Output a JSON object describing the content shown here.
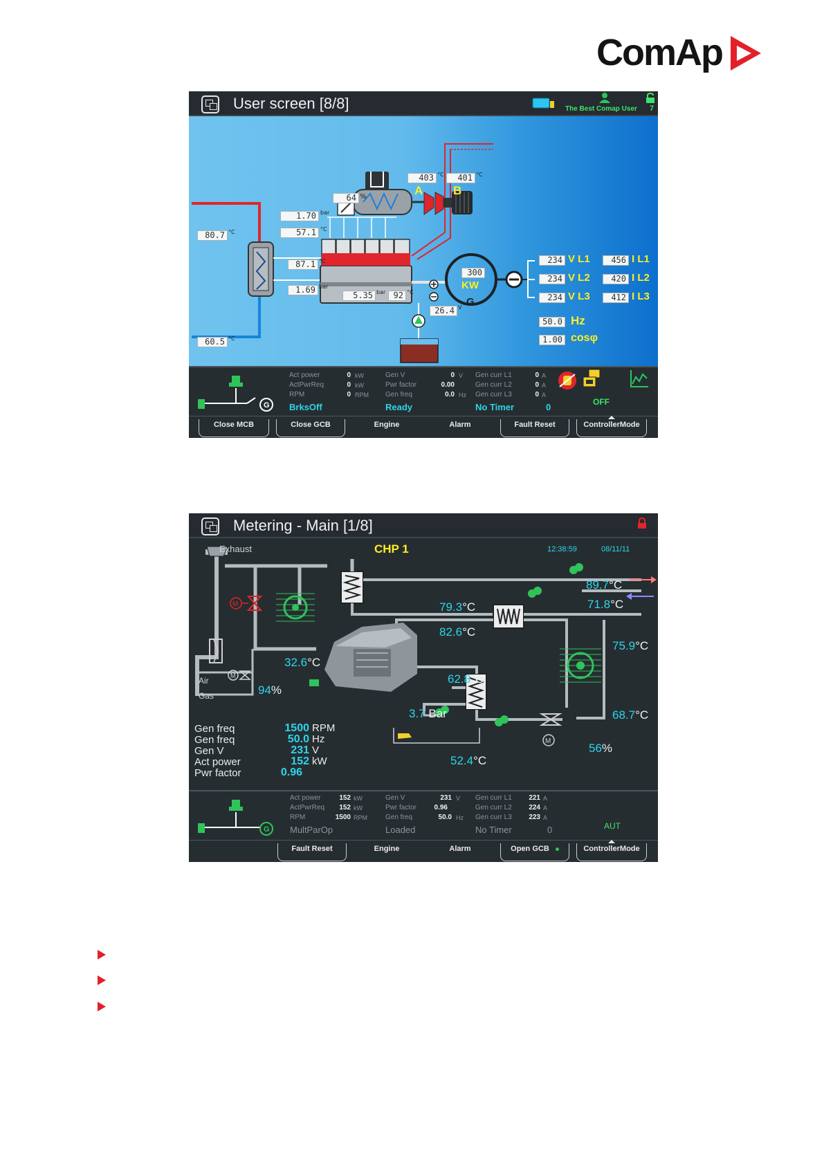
{
  "brand": {
    "name": "ComAp",
    "accent": "#e3202a"
  },
  "screen1": {
    "title": "User screen  [8/8]",
    "user": "The Best Comap User",
    "user_level": "7",
    "diagram": {
      "temp_a": "403",
      "temp_a_unit": "°C",
      "label_a": "A",
      "temp_b": "401",
      "temp_b_unit": "°C",
      "label_b": "B",
      "throttle": "64",
      "throttle_unit": "%",
      "oil_pressure": "1.70",
      "oil_pressure_unit": "bar",
      "oil_temp": "57.1",
      "oil_temp_unit": "°C",
      "hot_water": "80.7",
      "hot_water_unit": "°C",
      "cold_water": "60.5",
      "cold_water_unit": "°C",
      "coolant_temp": "87.1",
      "coolant_temp_unit": "°C",
      "coolant_pressure": "1.69",
      "coolant_pressure_unit": "bar",
      "crank_pressure": "5.35",
      "crank_pressure_unit": "bar",
      "crank_temp": "92",
      "crank_temp_unit": "°C",
      "battery": "26.4",
      "battery_unit": "V",
      "power": "300",
      "power_unit": "KW",
      "gen_label": "G",
      "v_l1": "234",
      "v_l2": "234",
      "v_l3": "234",
      "v_label_l1": "V L1",
      "v_label_l2": "V L2",
      "v_label_l3": "V L3",
      "i_l1": "456",
      "i_l2": "420",
      "i_l3": "412",
      "i_label_l1": "I L1",
      "i_label_l2": "I L2",
      "i_label_l3": "I L3",
      "freq": "50.0",
      "freq_unit": "Hz",
      "pf": "1.00",
      "pf_unit": "cosφ"
    },
    "status": {
      "labels": [
        "Act power",
        "ActPwrReq",
        "RPM"
      ],
      "values": [
        "0",
        "0",
        "0"
      ],
      "units": [
        "kW",
        "kW",
        "RPM"
      ],
      "labels2": [
        "Gen V",
        "Pwr factor",
        "Gen freq"
      ],
      "values2": [
        "0",
        "0.00",
        "0.0"
      ],
      "units2": [
        "V",
        "",
        "Hz"
      ],
      "labels3": [
        "Gen curr L1",
        "Gen curr L2",
        "Gen curr L3"
      ],
      "values3": [
        "0",
        "0",
        "0"
      ],
      "units3": [
        "A",
        "A",
        "A"
      ],
      "breaker_state": "BrksOff",
      "engine_state": "Ready",
      "timer": "No Timer",
      "timer_value": "0",
      "mode": "OFF"
    },
    "buttons": [
      "Close MCB",
      "Close GCB",
      "Engine",
      "Alarm",
      "Fault Reset",
      "ControllerMode"
    ]
  },
  "screen2": {
    "title": "Metering - Main [1/8]",
    "name": "CHP 1",
    "time": "12:38:59",
    "date": "08/11/11",
    "labels": {
      "exhaust": "Exhaust",
      "air": "Air",
      "gas": "Gas"
    },
    "temps": {
      "t_out": "89.7",
      "t_ret": "71.8",
      "t_hx_in": "79.3",
      "t_hx_out": "82.6",
      "t_cooler": "75.9",
      "t_cooler2": "68.7",
      "t_engine": "32.6",
      "t_ic": "62.8",
      "t_oil": "52.4",
      "unit": "°C"
    },
    "gas_valve": "94",
    "gas_valve_unit": "%",
    "mix_valve": "56",
    "mix_valve_unit": "%",
    "pressure": "3.7",
    "pressure_unit": "Bar",
    "metering": {
      "rows": [
        {
          "label": "Gen freq",
          "value": "1500",
          "unit": "RPM"
        },
        {
          "label": "Gen freq",
          "value": "50.0",
          "unit": "Hz"
        },
        {
          "label": "Gen V",
          "value": "231",
          "unit": "V"
        },
        {
          "label": "Act power",
          "value": "152",
          "unit": "kW"
        },
        {
          "label": "Pwr factor",
          "value": "0.96",
          "unit": ""
        }
      ]
    },
    "status": {
      "labels": [
        "Act power",
        "ActPwrReq",
        "RPM"
      ],
      "values": [
        "152",
        "152",
        "1500"
      ],
      "units": [
        "kW",
        "kW",
        "RPM"
      ],
      "labels2": [
        "Gen V",
        "Pwr factor",
        "Gen freq"
      ],
      "values2": [
        "231",
        "0.96",
        "50.0"
      ],
      "units2": [
        "V",
        "",
        "Hz"
      ],
      "labels3": [
        "Gen curr L1",
        "Gen curr L2",
        "Gen curr L3"
      ],
      "values3": [
        "221",
        "224",
        "223"
      ],
      "units3": [
        "A",
        "A",
        "A"
      ],
      "breaker_state": "MultParOp",
      "engine_state": "Loaded",
      "timer": "No Timer",
      "timer_value": "0",
      "mode": "AUT"
    },
    "buttons": [
      "Fault Reset",
      "Engine",
      "Alarm",
      "Open GCB",
      "ControllerMode"
    ]
  }
}
